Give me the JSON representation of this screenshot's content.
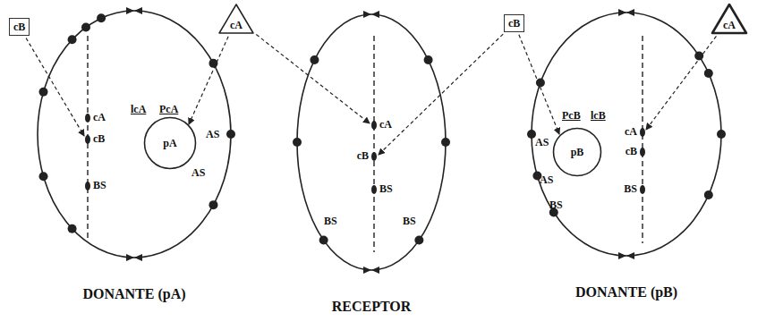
{
  "diagram": {
    "nodes": [
      {
        "text": [
          "DONANTE (pA)"
        ]
      },
      {
        "text": [
          "pA"
        ],
        "in": 0
      },
      {
        "text": [
          "RECEPTOR"
        ]
      },
      {
        "text": [
          "DONANTE (pB)"
        ]
      },
      {
        "text": [
          "pB"
        ],
        "in": 3
      },
      {
        "text": [
          "cB"
        ]
      },
      {
        "text": [
          "cA"
        ]
      },
      {
        "text": [
          "cB"
        ]
      },
      {
        "text": [
          "cA"
        ]
      }
    ],
    "edges": [
      {
        "from": 5,
        "to": 0,
        "arrow": "to"
      },
      {
        "from": 6,
        "to": 1,
        "arrow": "to"
      },
      {
        "from": 6,
        "to": 2,
        "arrow": "to"
      },
      {
        "from": 7,
        "to": 2,
        "arrow": "to"
      },
      {
        "from": 7,
        "to": 4,
        "arrow": "to"
      },
      {
        "from": 8,
        "to": 3,
        "arrow": "to"
      }
    ],
    "labels": [
      "cA",
      "cB",
      "BS",
      "lcA",
      "PcA",
      "AS",
      "AS",
      "cA",
      "cB",
      "BS",
      "BS",
      "BS",
      "PcB",
      "lcB",
      "AS",
      "AS",
      "BS",
      "cA",
      "cB",
      "BS"
    ]
  }
}
